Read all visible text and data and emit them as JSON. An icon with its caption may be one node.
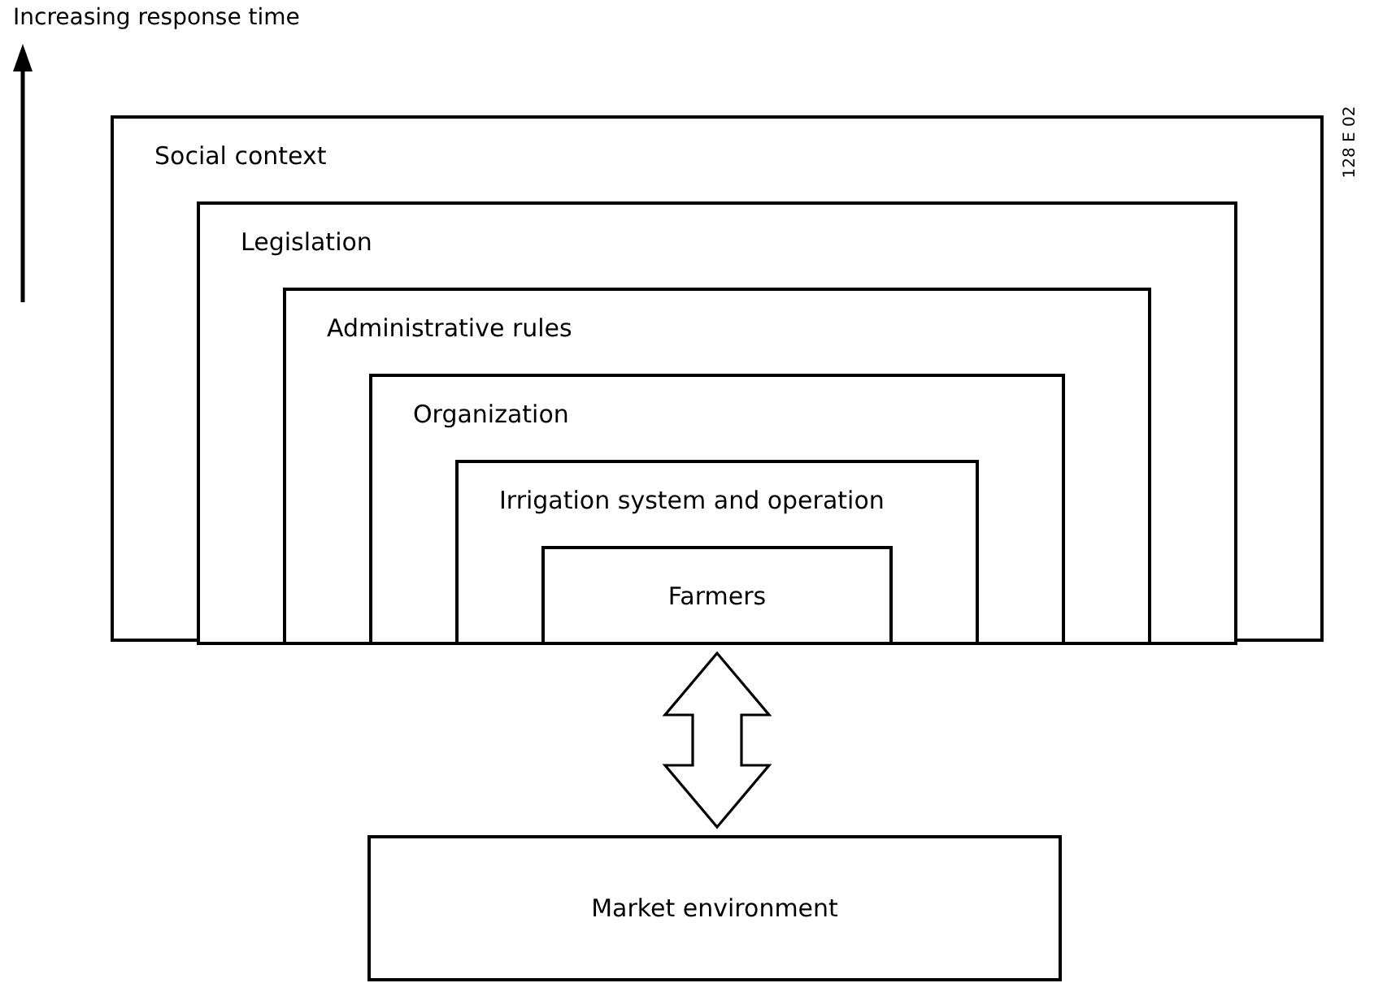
{
  "diagram": {
    "nodes": [
      {
        "text": [
          "Social context"
        ]
      },
      {
        "text": [
          "Legislation"
        ],
        "in": 0
      },
      {
        "text": [
          "Administrative rules"
        ],
        "in": 1
      },
      {
        "text": [
          "Organization"
        ],
        "in": 2
      },
      {
        "text": [
          "Irrigation system and operation"
        ],
        "in": 3
      },
      {
        "text": [
          "Farmers"
        ],
        "in": 4
      },
      {
        "text": [
          "Market environment"
        ]
      }
    ],
    "edges": [
      {
        "from": 5,
        "to": 6,
        "arrow": "both"
      }
    ],
    "labels": [
      "Increasing response time",
      "128 E 02"
    ]
  }
}
